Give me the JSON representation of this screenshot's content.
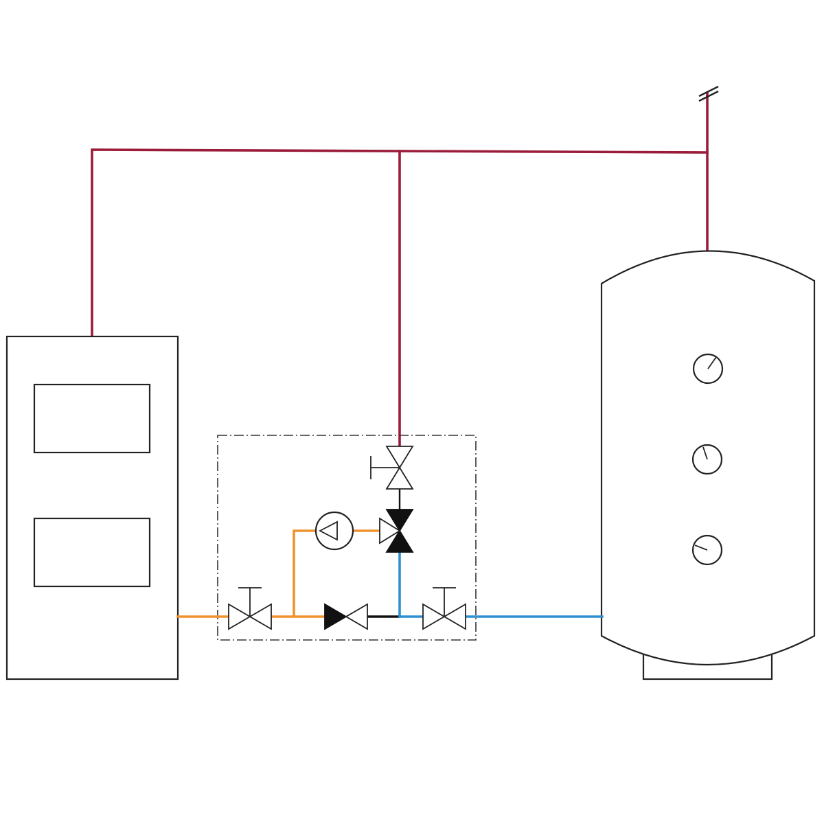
{
  "diagram": {
    "colors": {
      "flow_pipe": "#9b1b3a",
      "return_hot_pipe": "#f0922e",
      "return_cold_pipe": "#2f8fd0",
      "check_line": "#111111",
      "outline": "#222222",
      "background": "#ffffff"
    },
    "components": {
      "boiler": "boiler-unit",
      "control_group": "mixing-valve-group",
      "storage_tank": "buffer-storage-tank",
      "thermometers": 3,
      "vent": "air-vent-terminal"
    },
    "icons": {
      "pump": "circulation-pump-icon",
      "ball_valve": "shutoff-valve-icon",
      "check_valve": "check-valve-icon",
      "mixing_valve": "three-way-mixing-valve-icon",
      "thermometer": "thermometer-gauge-icon"
    }
  }
}
